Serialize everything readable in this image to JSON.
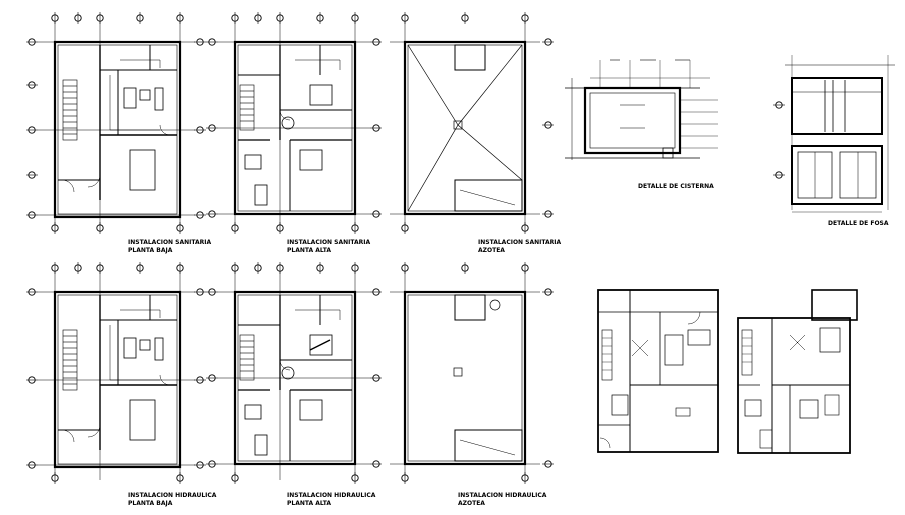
{
  "drawing": {
    "sheets": [
      {
        "title": "INSTALACION SANITARIA",
        "subtitle": "PLANTA BAJA"
      },
      {
        "title": "INSTALACION SANITARIA",
        "subtitle": "PLANTA ALTA"
      },
      {
        "title": "INSTALACION SANITARIA",
        "subtitle": "AZOTEA"
      },
      {
        "title": "INSTALACION HIDRAULICA",
        "subtitle": "PLANTA BAJA"
      },
      {
        "title": "INSTALACION HIDRAULICA",
        "subtitle": "PLANTA ALTA"
      },
      {
        "title": "INSTALACION HIDRAULICA",
        "subtitle": "AZOTEA"
      }
    ],
    "details": {
      "cistern": "DETALLE DE CISTERNA",
      "fosa": "DETALLE DE FOSA"
    }
  }
}
